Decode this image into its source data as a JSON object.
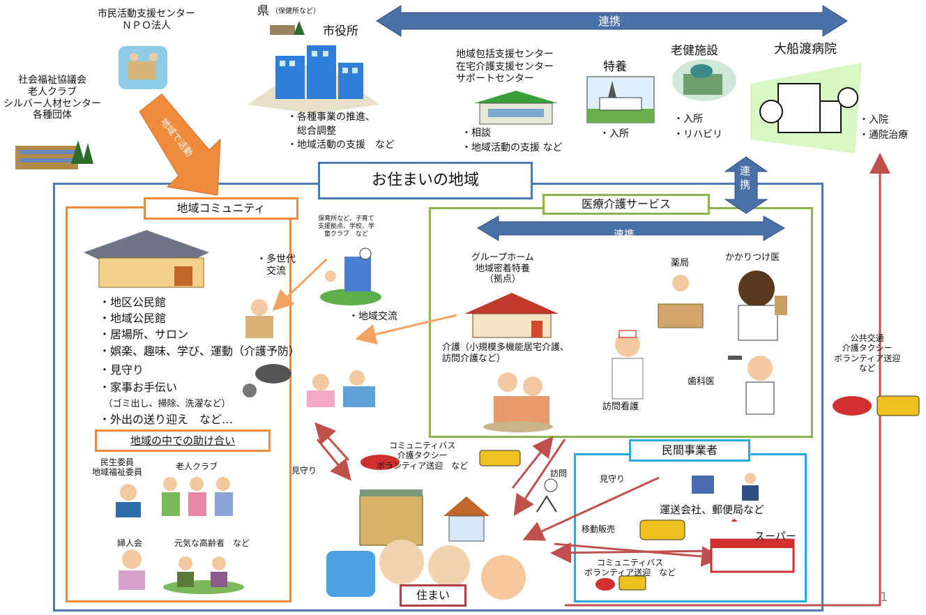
{
  "top_left": {
    "npo": "市民活動支援センター\nＮＰＯ法人",
    "groups": "社会福祉協議会\n老人クラブ\nシルバー人材センター\n各種団体",
    "activity_arrow": "地域で活動"
  },
  "top": {
    "prefecture": "県",
    "prefecture_note": "（保健所など）",
    "city_hall": "市役所",
    "city_hall_items": [
      "・各種事業の推進、",
      "　総合調整",
      "・地域活動の支援　など"
    ],
    "center_names": "地域包括支援センター\n在宅介護支援センター\nサポートセンター",
    "center_items": [
      "・相談",
      "・地域活動の支援 など"
    ],
    "tokuyo": "特養",
    "tokuyo_items": [
      "・入所"
    ],
    "roken": "老健施設",
    "roken_items": [
      "・入所",
      "・リハビリ"
    ],
    "hospital": "大船渡病院",
    "hospital_items": [
      "・入院",
      "・通院治療"
    ],
    "renkei_top": "連携",
    "renkei_vertical": "連\n携"
  },
  "region": {
    "title": "お住まいの地域"
  },
  "community": {
    "title": "地域コミュニティ",
    "childcare": "保育所など、子育て\n支援拠点、学校、学\n童クラブ　など",
    "multigen": "・多世代\n　交流",
    "local_exchange": "・地域交流",
    "items": [
      "・地区公民館",
      "・地域公民館",
      "・居場所、サロン",
      "・娯楽、趣味、学び、運動（介護予防）",
      "・見守り",
      "・家事お手伝い",
      "　（ゴミ出し、掃除、洗濯など）",
      "・外出の送り迎え　など…"
    ],
    "mutual_help": "地域の中での助け合い",
    "minsei": "民生委員\n地域福祉委員",
    "roujin_club": "老人クラブ",
    "fujinkai": "婦人会",
    "genki": "元気な高齢者　など"
  },
  "medical": {
    "title": "医療介護サービス",
    "renkei": "連携",
    "group_home": "グループホーム\n地域密着特養\n（拠点）",
    "pharmacy": "薬局",
    "doctor": "かかりつけ医",
    "kaigo": "介護（小規模多機能居宅介護、\n訪問介護など）",
    "nursing": "訪問看護",
    "dentist": "歯科医"
  },
  "center": {
    "mimamori": "見守り",
    "bus": "コミュニティバス\n介護タクシー\nボランティア送迎　など",
    "houmon": "訪問",
    "home": "住まい"
  },
  "private": {
    "title": "民間事業者",
    "mimamori": "見守り",
    "transport": "運送会社、郵便局など",
    "mobile_sales": "移動販売",
    "super": "スーパー",
    "bus": "コミュニティバス\nボランティア送迎　など"
  },
  "right": {
    "public_transport": "公共交通\n介護タクシー\nボランティア送迎\nなど"
  },
  "page_number": "1",
  "colors": {
    "region_border": "#4a7ab5",
    "community_border": "#f0883c",
    "medical_border": "#8cb44a",
    "private_border": "#2aa8e0",
    "home_border": "#b04040",
    "renkei_arrow": "#4a70a8",
    "activity_arrow": "#f08a3c",
    "red_arrow": "#c0504d",
    "orange_arrow": "#f4a262"
  }
}
